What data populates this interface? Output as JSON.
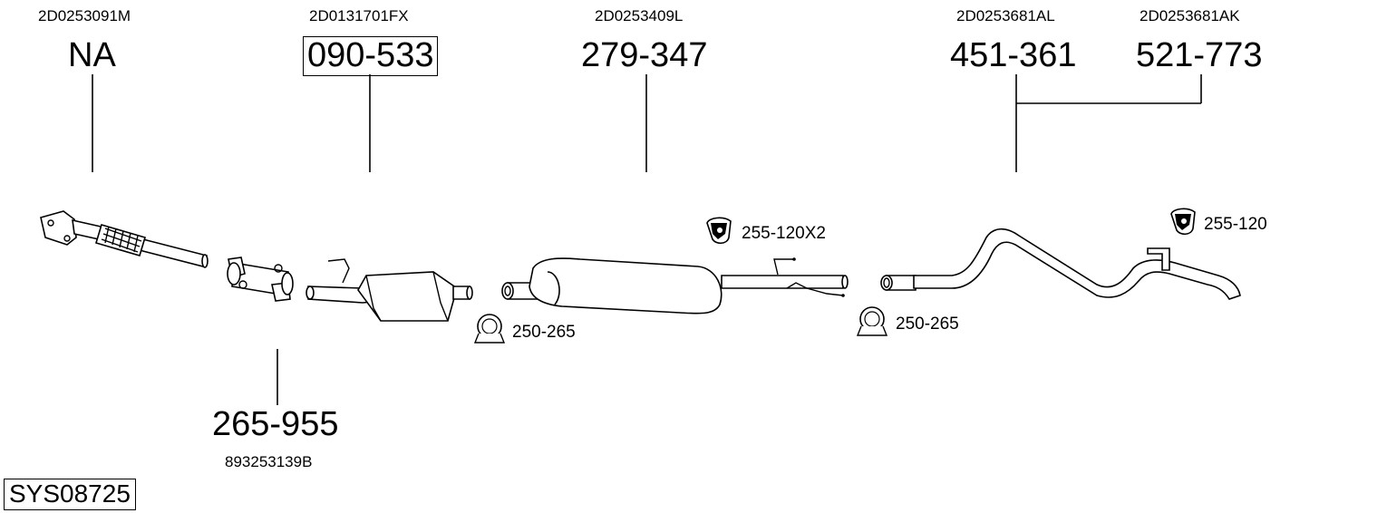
{
  "parts": {
    "downpipe": {
      "oem": "2D0253091M",
      "number": "NA"
    },
    "catalyst": {
      "oem": "2D0131701FX",
      "number": "090-533"
    },
    "middle_silencer": {
      "oem": "2D0253409L",
      "number": "279-347"
    },
    "rear_silencer_1": {
      "oem": "2D0253681AL",
      "number": "451-361"
    },
    "rear_silencer_2": {
      "oem": "2D0253681AK",
      "number": "521-773"
    },
    "connector": {
      "number": "265-955",
      "oem": "893253139B"
    }
  },
  "accessories": {
    "hanger_middle": "255-120X2",
    "hanger_rear": "255-120",
    "clamp_middle": "250-265",
    "clamp_rear": "250-265"
  },
  "system_id": "SYS08725"
}
